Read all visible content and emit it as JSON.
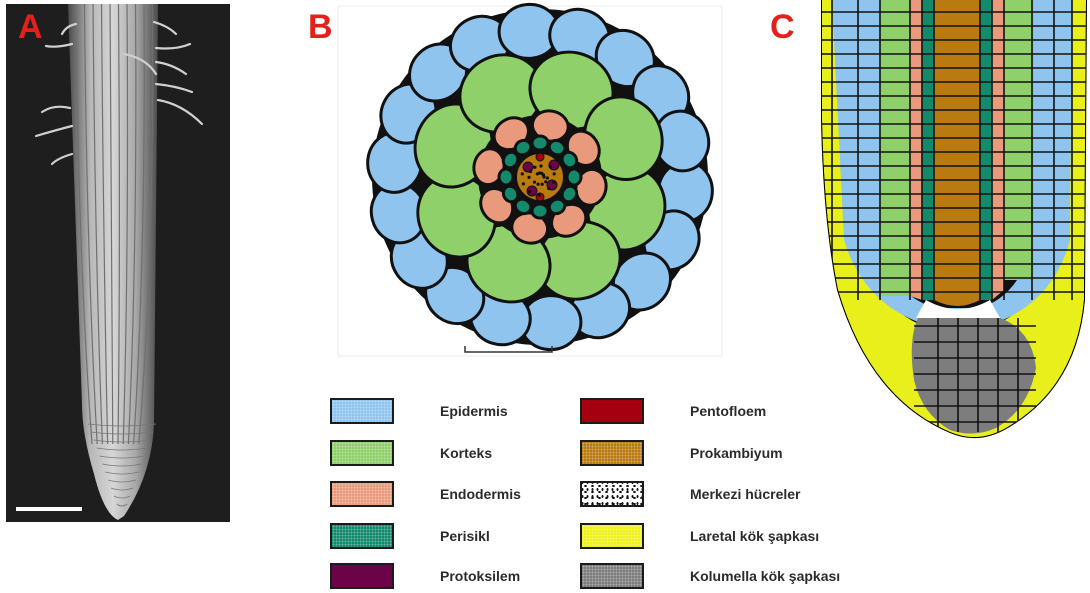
{
  "panels": {
    "a_label": "A",
    "b_label": "B",
    "c_label": "C"
  },
  "legend": {
    "items": [
      {
        "label": "Epidermis",
        "color": "#8ec4ee",
        "pattern": "dots"
      },
      {
        "label": "Korteks",
        "color": "#8fd06a",
        "pattern": "dots"
      },
      {
        "label": "Endodermis",
        "color": "#ea9a7c",
        "pattern": "dots"
      },
      {
        "label": "Perisikl",
        "color": "#138a6c",
        "pattern": "dots"
      },
      {
        "label": "Protoksilem",
        "color": "#6a0347",
        "pattern": "solid"
      },
      {
        "label": "Pentofloem",
        "color": "#a4000f",
        "pattern": "solid"
      },
      {
        "label": "Prokambiyum",
        "color": "#b97a10",
        "pattern": "dots"
      },
      {
        "label": "Merkezi hücreler",
        "color": "#ffffff",
        "pattern": "speckle"
      },
      {
        "label": "Laretal kök şapkası",
        "color": "#eef21a",
        "pattern": "dots"
      },
      {
        "label": "Kolumella kök şapkası",
        "color": "#7d7d7d",
        "pattern": "dots"
      }
    ]
  }
}
